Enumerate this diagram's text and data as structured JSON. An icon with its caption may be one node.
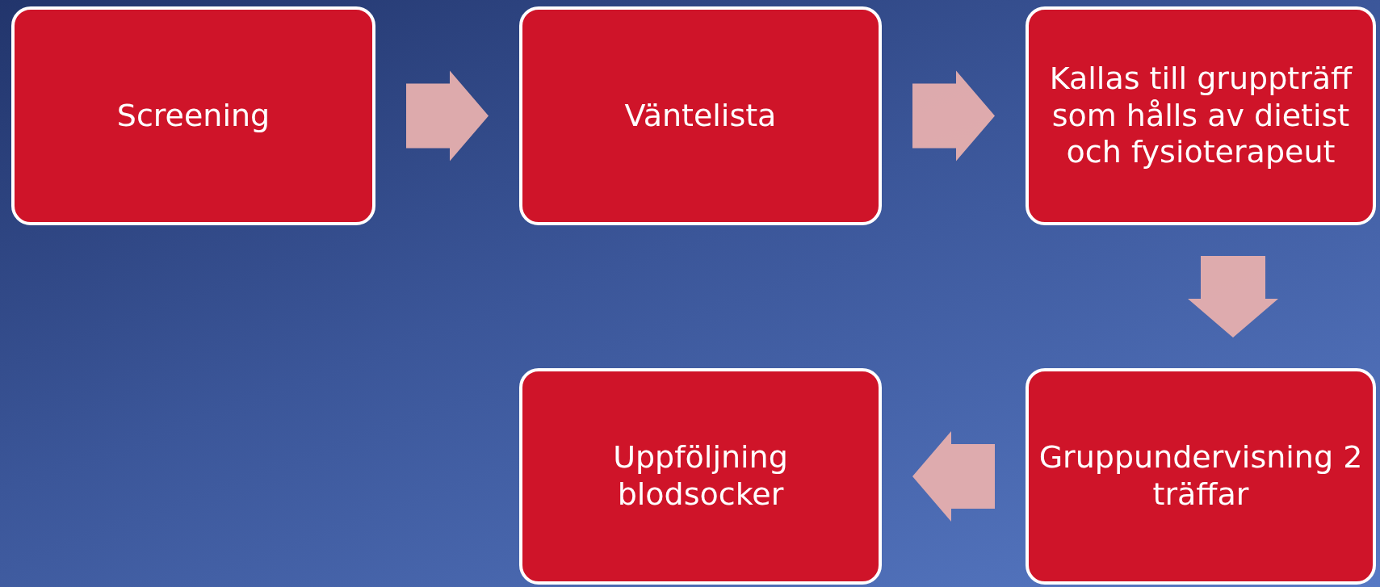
{
  "diagram": {
    "nodes": [
      {
        "text": [
          "Screening"
        ]
      },
      {
        "text": [
          "Väntelista"
        ]
      },
      {
        "text": [
          "Kallas till gruppträff som hålls av dietist och fysioterapeut"
        ]
      },
      {
        "text": [
          "Gruppundervisning 2 träffar"
        ]
      },
      {
        "text": [
          "Uppföljning blodsocker"
        ]
      }
    ],
    "edges": [
      {
        "from": 0,
        "to": 1,
        "arrow": "to"
      },
      {
        "from": 1,
        "to": 2,
        "arrow": "to"
      },
      {
        "from": 2,
        "to": 3,
        "arrow": "to"
      },
      {
        "from": 3,
        "to": 4,
        "arrow": "to"
      }
    ]
  }
}
